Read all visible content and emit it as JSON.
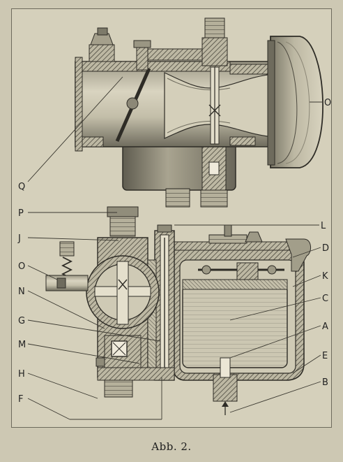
{
  "caption": "Abb. 2.",
  "labels": {
    "O_top": "O",
    "Q": "Q",
    "P": "P",
    "L": "L",
    "J": "J",
    "D": "D",
    "O_bottom": "O",
    "K": "K",
    "N": "N",
    "C": "C",
    "G": "G",
    "A": "A",
    "M": "M",
    "E": "E",
    "H": "H",
    "B": "B",
    "F": "F"
  }
}
